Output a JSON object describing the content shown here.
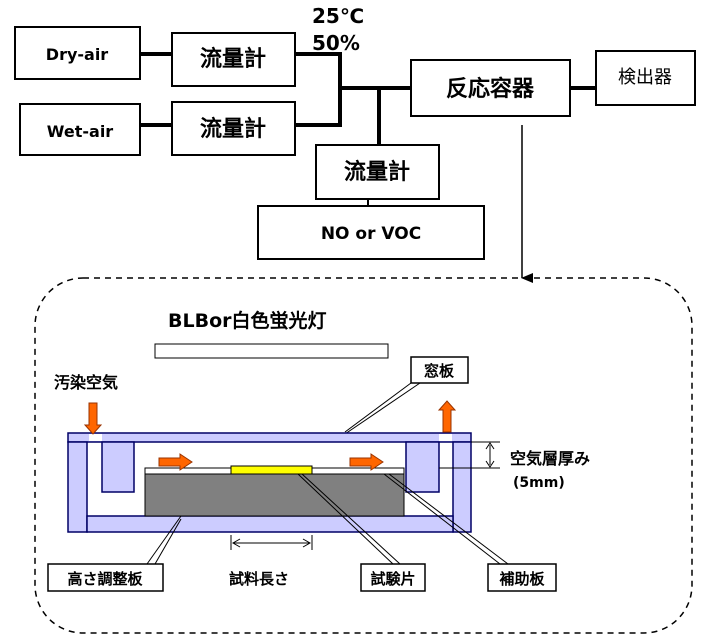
{
  "flow": {
    "dry_air": "Dry-air",
    "wet_air": "Wet-air",
    "flowmeter_1": "流量計",
    "flowmeter_2": "流量計",
    "flowmeter_3": "流量計",
    "temp": "25℃",
    "humidity": "50%",
    "reactor": "反応容器",
    "detector": "検出器",
    "gas": "NO or VOC"
  },
  "reactor_detail": {
    "lamp_label": "BLBor白色蛍光灯",
    "polluted_air": "汚染空気",
    "window_plate": "窓板",
    "air_layer_thickness": "空気層厚み",
    "air_layer_value": "(5mm)",
    "height_plate": "高さ調整板",
    "sample_length": "試料長さ",
    "test_piece": "試験片",
    "aux_plate": "補助板"
  },
  "colors": {
    "vessel_fill": "#ccccff",
    "vessel_stroke": "#000066",
    "base_block": "#808080",
    "sample": "#ffff00",
    "arrow": "#ff6600"
  }
}
